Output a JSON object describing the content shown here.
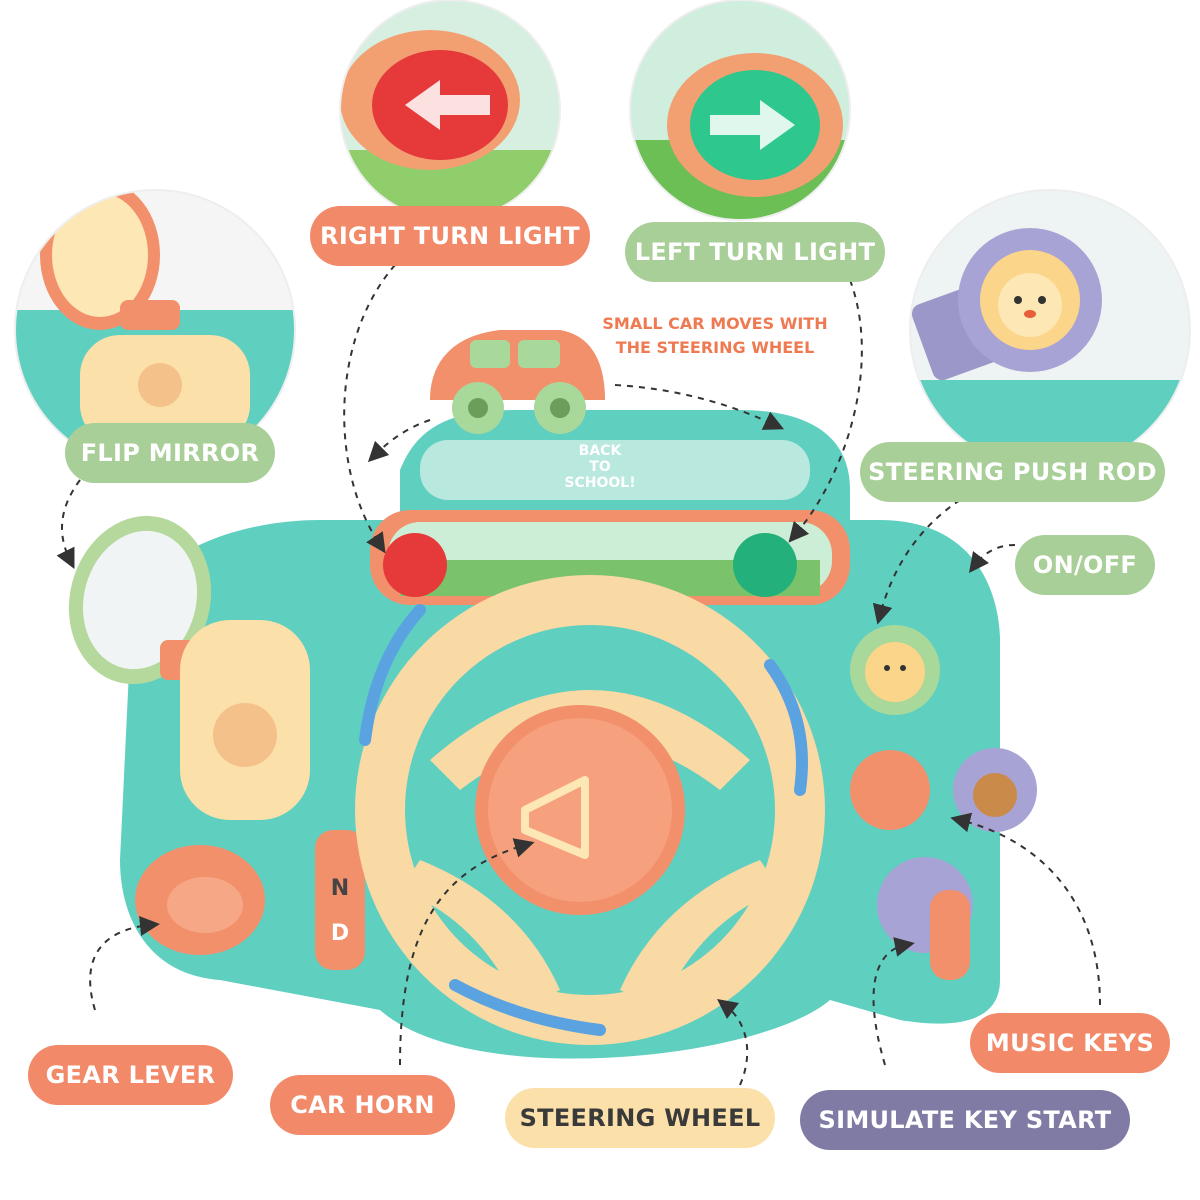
{
  "labels": {
    "right_turn_light": "RIGHT TURN LIGHT",
    "left_turn_light": "LEFT TURN LIGHT",
    "small_car_line1": "SMALL CAR MOVES WITH",
    "small_car_line2": "THE STEERING WHEEL",
    "flip_mirror": "FLIP MIRROR",
    "steering_push_rod": "STEERING PUSH ROD",
    "on_off": "ON/OFF",
    "gear_lever": "GEAR LEVER",
    "car_horn": "CAR HORN",
    "steering_wheel": "STEERING WHEEL",
    "simulate_key_start": "SIMULATE KEY START",
    "music_keys": "MUSIC KEYS"
  },
  "toy_prints": {
    "screen_text_line1": "BACK",
    "screen_text_line2": "TO",
    "screen_text_line3": "SCHOOL!",
    "gear_n": "N",
    "gear_d": "D"
  },
  "colors": {
    "orange_pill": "#f28a6a",
    "green_pill": "#a9cf98",
    "yellow_pill": "#fbe0a9",
    "purple_pill": "#7f7ba4",
    "toy_body": "#5fcfc0",
    "wheel": "#f9d9a4",
    "accent_orange": "#f2906b",
    "accent_blue": "#5aa3e0"
  }
}
